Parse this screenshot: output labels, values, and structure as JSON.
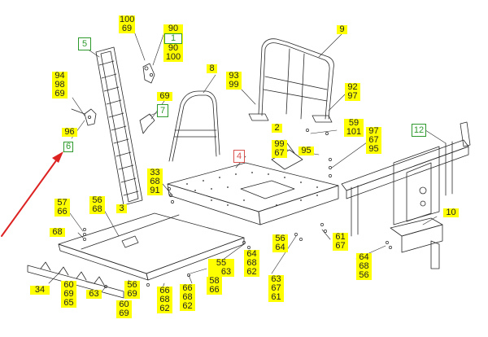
{
  "callouts": [
    {
      "lines": [
        "100",
        "69"
      ]
    },
    {
      "lines": [
        "90",
        "1",
        "90",
        "100"
      ]
    },
    {
      "lines": [
        "8"
      ]
    },
    {
      "lines": [
        "9"
      ]
    },
    {
      "lines": [
        "93",
        "99"
      ]
    },
    {
      "lines": [
        "92",
        "97"
      ]
    },
    {
      "lines": [
        "94",
        "98",
        "69"
      ]
    },
    {
      "lines": [
        "69"
      ]
    },
    {
      "lines": [
        "96"
      ]
    },
    {
      "lines": [
        "2"
      ]
    },
    {
      "lines": [
        "59",
        "101"
      ]
    },
    {
      "lines": [
        "97",
        "67",
        "95"
      ]
    },
    {
      "lines": [
        "99",
        "67"
      ]
    },
    {
      "lines": [
        "95"
      ]
    },
    {
      "lines": [
        "33",
        "68",
        "91"
      ]
    },
    {
      "lines": [
        "57",
        "66"
      ]
    },
    {
      "lines": [
        "56",
        "68"
      ]
    },
    {
      "lines": [
        "3"
      ]
    },
    {
      "lines": [
        "68"
      ]
    },
    {
      "lines": [
        "10"
      ]
    },
    {
      "lines": [
        "56",
        "64"
      ]
    },
    {
      "lines": [
        "61",
        "67"
      ]
    },
    {
      "lines": [
        "64",
        "68",
        "56"
      ]
    },
    {
      "lines": [
        "55",
        "63"
      ]
    },
    {
      "lines": [
        "64",
        "68",
        "62"
      ]
    },
    {
      "lines": [
        "58",
        "66"
      ]
    },
    {
      "lines": [
        "63",
        "67",
        "61"
      ]
    },
    {
      "lines": [
        "34"
      ]
    },
    {
      "lines": [
        "60",
        "69",
        "65"
      ]
    },
    {
      "lines": [
        "63"
      ]
    },
    {
      "lines": [
        "60",
        "69"
      ]
    },
    {
      "lines": [
        "56",
        "69"
      ]
    },
    {
      "lines": [
        "66",
        "68",
        "62"
      ]
    },
    {
      "lines": [
        "66",
        "68",
        "62"
      ]
    }
  ],
  "boxed_labels": [
    {
      "text": "5",
      "color": "#2e9a2e"
    },
    {
      "text": "7",
      "color": "#2e9a2e"
    },
    {
      "text": "6",
      "color": "#2e9a2e"
    },
    {
      "text": "4",
      "color": "#d9534f"
    },
    {
      "text": "12",
      "color": "#2e9a2e"
    }
  ],
  "colors": {
    "callout_bg": "#ffff00",
    "arrow": "#dd2222",
    "line": "#2a2a2a"
  }
}
